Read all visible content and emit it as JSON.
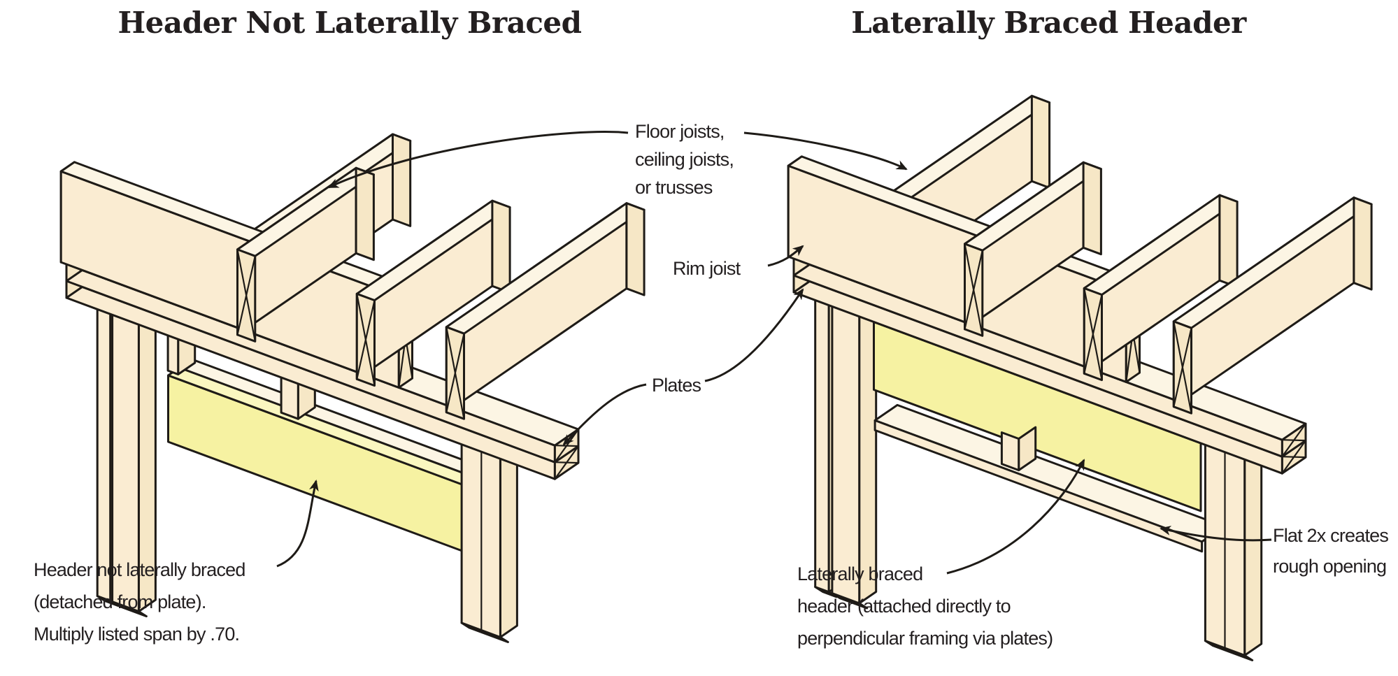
{
  "titles": {
    "left": "Header Not Laterally Braced",
    "right": "Laterally Braced Header"
  },
  "labels": {
    "floor_joists": "Floor joists,\nceiling joists,\nor trusses",
    "rim_joist": "Rim joist",
    "plates": "Plates",
    "caption_left": "Header not laterally braced\n(detached from plate).\nMultiply listed span by .70.",
    "caption_right": "Laterally braced\nheader (attached directly to\nperpendicular framing via plates)",
    "flat_2x": "Flat 2x creates\nrough opening"
  },
  "colors": {
    "bg": "#FFFFFF",
    "text": "#231F20",
    "line": "#1E1B17",
    "wood_front": "#FAECD2",
    "wood_top": "#FCF5E4",
    "wood_side": "#F6E7C6",
    "hl_front": "#F6F2A2",
    "hl_top": "#FAF7C0"
  }
}
